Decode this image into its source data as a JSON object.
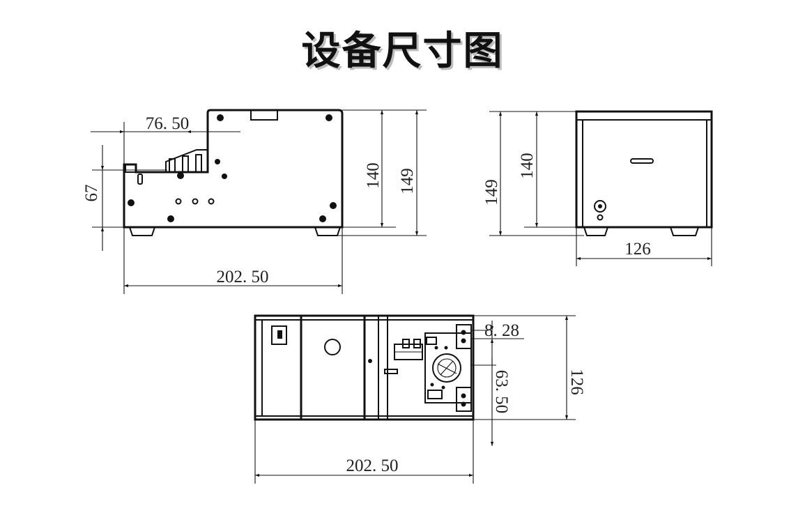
{
  "title": "设备尺寸图",
  "dimensions": {
    "front_top_offset": "76. 50",
    "front_left_height": "67",
    "front_height_inner": "140",
    "front_height_outer": "149",
    "front_width": "202. 50",
    "side_height_outer": "149",
    "side_height_inner": "140",
    "side_width": "126",
    "top_offset": "8. 28",
    "top_inner_depth": "63. 50",
    "top_depth": "126",
    "top_width": "202. 50"
  }
}
